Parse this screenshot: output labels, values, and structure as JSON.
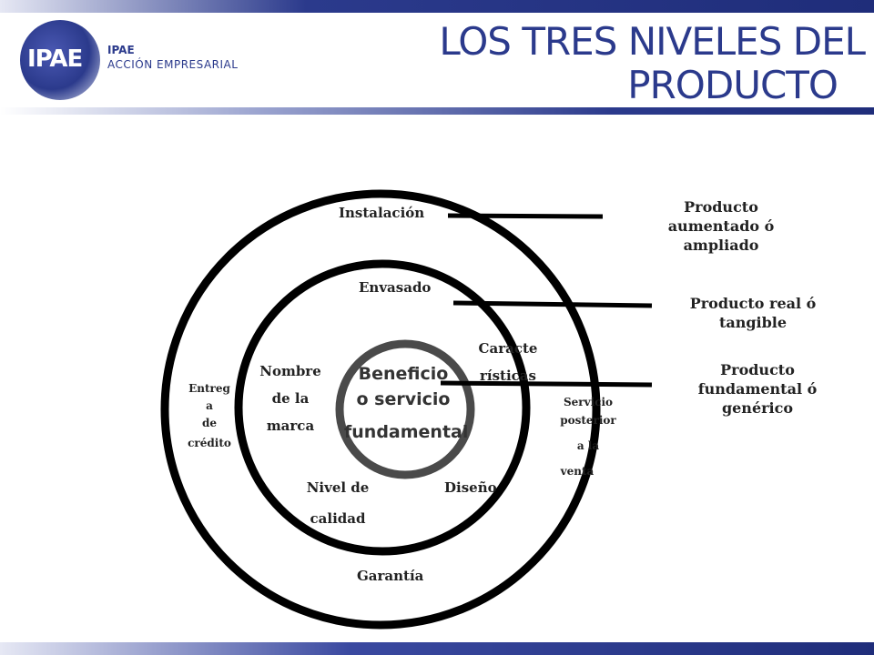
{
  "header": {
    "brand_name": "IPAE",
    "brand_sub": "ACCIÓN EMPRESARIAL",
    "logo_text": "IPAE",
    "title_line1": "LOS TRES  NIVELES DEL",
    "title_line2": "PRODUCTO"
  },
  "core": {
    "line1": "Beneficio",
    "line2": "o servicio",
    "line3": "fundamental"
  },
  "middle_ring": {
    "envasado": "Envasado",
    "caracteristicas_1": "Caracte",
    "caracteristicas_2": "rísticas",
    "nombre_1": "Nombre",
    "nombre_2": "de la",
    "nombre_3": "marca",
    "nivel_1": "Nivel de",
    "nivel_2": "calidad",
    "diseno": "Diseño"
  },
  "outer_ring": {
    "instalacion": "Instalación",
    "garantia": "Garantía",
    "entrega_1": "Entreg",
    "entrega_2": "a",
    "entrega_3": "de",
    "entrega_4": "crédito",
    "servicio_1": "Servicio",
    "servicio_2": "posterior",
    "servicio_3": "a la",
    "servicio_4": "venta"
  },
  "levels": {
    "aumentado_1": "Producto",
    "aumentado_2": "aumentado ó",
    "aumentado_3": "ampliado",
    "real_1": "Producto real ó",
    "real_2": "tangible",
    "fundamental_1": "Producto",
    "fundamental_2": "fundamental ó",
    "fundamental_3": "genérico"
  },
  "colors": {
    "accent": "#2b3a8c",
    "outer_ring": "#000000",
    "core_ring": "#4a4a4a"
  }
}
